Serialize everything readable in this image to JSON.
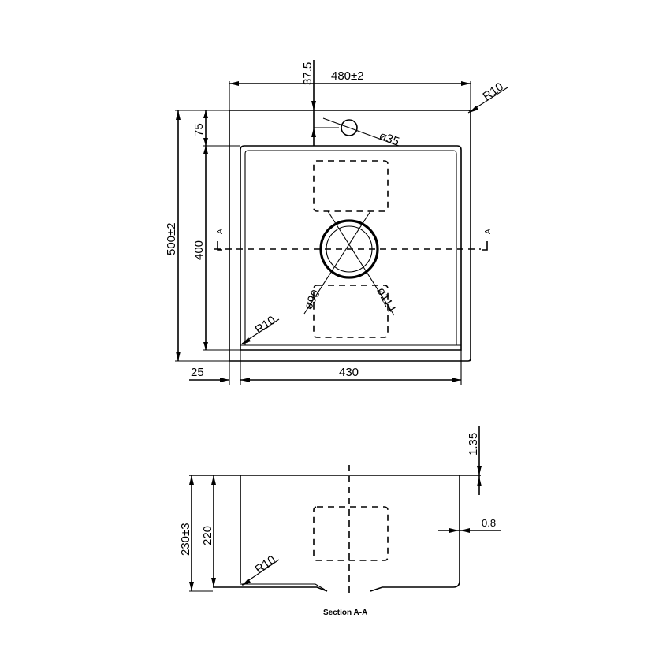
{
  "colors": {
    "line": "#000000",
    "background": "#ffffff"
  },
  "top_view": {
    "overall_width": "480±2",
    "overall_depth": "500±2",
    "bowl_width": "430",
    "bowl_depth": "400",
    "rim_left": "25",
    "rim_back": "75",
    "tap_hole_offset": "37.5",
    "tap_hole_diameter": "ø35",
    "outer_corner_radius": "R10",
    "inner_corner_radius": "R10",
    "drain_inner_diameter": "ø90",
    "drain_outer_diameter": "ø114",
    "section_marker_left": "A",
    "section_marker_right": "A"
  },
  "section_view": {
    "overall_height": "230±3",
    "bowl_height": "220",
    "flange_thickness": "1.35",
    "wall_thickness": "0.8",
    "corner_radius": "R10",
    "caption": "Section A-A"
  }
}
